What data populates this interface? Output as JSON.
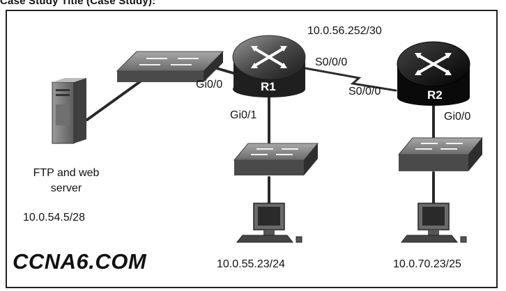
{
  "heading": "Case Study Title (Case Study):",
  "network": {
    "serial_subnet": "10.0.56.252/30",
    "r1_label": "R1",
    "r2_label": "R2",
    "r1_serial_port": "S0/0/0",
    "r2_serial_port": "S0/0/0",
    "r1_gi00": "Gi0/0",
    "r1_gi01": "Gi0/1",
    "r2_gi00": "Gi0/0",
    "server_name": "FTP and web\nserver",
    "server_ip": "10.0.54.5/28",
    "pc1_ip": "10.0.55.23/24",
    "pc2_ip": "10.0.70.23/25"
  },
  "watermark": "CCNA6.COM"
}
